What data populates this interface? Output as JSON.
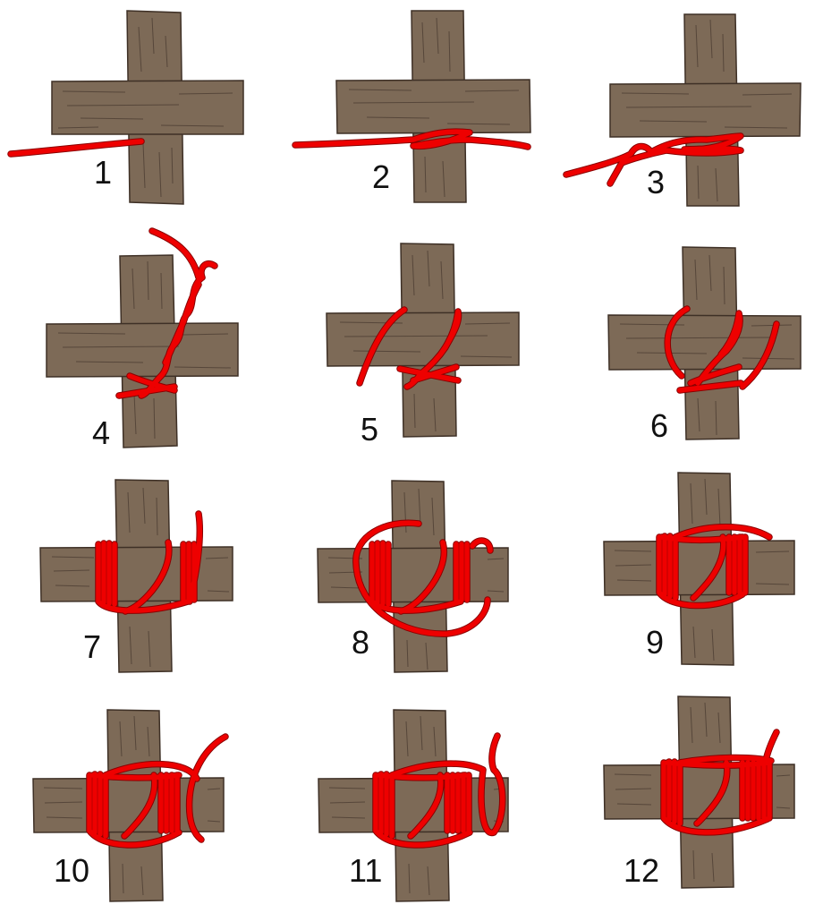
{
  "colors": {
    "wood": "#7d6a57",
    "wood_outline": "#3e3026",
    "rope": "#ee0000",
    "rope_outline": "#8a0000",
    "background": "#ffffff"
  },
  "steps": [
    {
      "label": "1"
    },
    {
      "label": "2"
    },
    {
      "label": "3"
    },
    {
      "label": "4"
    },
    {
      "label": "5"
    },
    {
      "label": "6"
    },
    {
      "label": "7"
    },
    {
      "label": "8"
    },
    {
      "label": "9"
    },
    {
      "label": "10"
    },
    {
      "label": "11"
    },
    {
      "label": "12"
    }
  ]
}
